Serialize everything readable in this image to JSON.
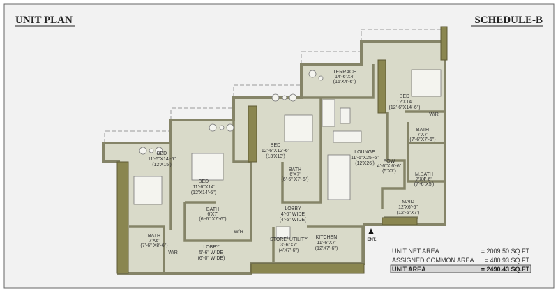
{
  "header": {
    "title": "UNIT PLAN",
    "schedule": "SCHEDULE-B"
  },
  "rooms": [
    {
      "name": "BED",
      "dims": "11'-6\"X14'-6\"",
      "alt": "(12'X15')"
    },
    {
      "name": "BED",
      "dims": "11'-6\"X14'",
      "alt": "(12'X14'-6\")"
    },
    {
      "name": "BATH",
      "dims": "6'X7'",
      "alt": "(6'-6\" X7'-6\")"
    },
    {
      "name": "BATH",
      "dims": "7'X6'",
      "alt": "(7'-6\" X8'-6\")"
    },
    {
      "name": "LOBBY",
      "dims": "5'-6\" WIDE",
      "alt": "(6'-0\" WIDE)"
    },
    {
      "name": "BED",
      "dims": "12'-6\"X12'-6\"",
      "alt": "(13'X13')"
    },
    {
      "name": "BATH",
      "dims": "6'X7'",
      "alt": "(6'-6\" X7'-6\")"
    },
    {
      "name": "TERRACE",
      "dims": "14'-6\"X4'",
      "alt": "(15'X4'-6\")"
    },
    {
      "name": "LOUNGE",
      "dims": "11'-6\"X25'-6\"",
      "alt": "(12'X26')"
    },
    {
      "name": "BED",
      "dims": "12'X14'",
      "alt": "(12'-6\"X14'-6\")"
    },
    {
      "name": "BATH",
      "dims": "7'X7'",
      "alt": "(7'-6\"X7'-6\")"
    },
    {
      "name": "POW",
      "dims": "4'-6\"X 6'-6\"",
      "alt": "(5'X7')"
    },
    {
      "name": "M.BATH",
      "dims": "7'X4'-6\"",
      "alt": "(7'-6\"X5')"
    },
    {
      "name": "MAID",
      "dims": "12'X6'-6\"",
      "alt": "(12'-6\"X7')"
    },
    {
      "name": "LOBBY",
      "dims": "4'-0\" WIDE",
      "alt": "(4'-6\" WIDE)"
    },
    {
      "name": "STORE/ UTILITY",
      "dims": "3'-6\"X7'",
      "alt": "(4'X7'-6\")"
    },
    {
      "name": "KITCHEN",
      "dims": "11'-6\"X7'",
      "alt": "(12'X7'-6\")"
    }
  ],
  "wardrobe_label": "W/R",
  "entrance_label": "ENT.",
  "areas": [
    {
      "label": "UNIT NET AREA",
      "value": "= 2009.50 SQ.FT"
    },
    {
      "label": "ASSIGNED COMMON AREA",
      "value": "= 480.93 SQ.FT"
    },
    {
      "label": "UNIT AREA",
      "value": "= 2490.43 SQ.FT"
    }
  ],
  "colors": {
    "floor": "#d9dac9",
    "wall": "#858468",
    "pillar": "#8a8650",
    "background": "#f2f2f2"
  }
}
